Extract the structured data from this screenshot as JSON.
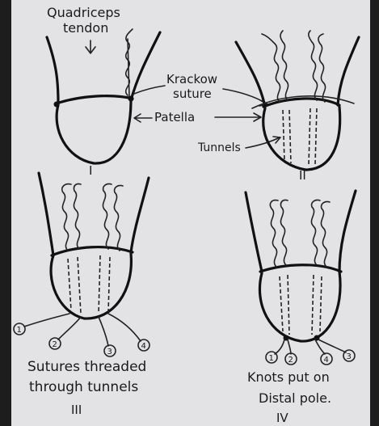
{
  "labels": {
    "quadriceps": "Quadriceps",
    "tendon": "tendon",
    "krackow": "Krackow",
    "suture": "suture",
    "patella": "Patella",
    "tunnels": "Tunnels",
    "caption_3_line1": "Sutures threaded",
    "caption_3_line2": "through tunnels",
    "caption_4_line1": "Knots put on",
    "caption_4_line2": "Distal pole."
  },
  "figure_numerals": [
    "I",
    "II",
    "III",
    "IV"
  ],
  "suture_numbers": [
    "1",
    "2",
    "3",
    "4"
  ],
  "suture_numbers_fig4": [
    "1",
    "2",
    "4",
    "3"
  ]
}
